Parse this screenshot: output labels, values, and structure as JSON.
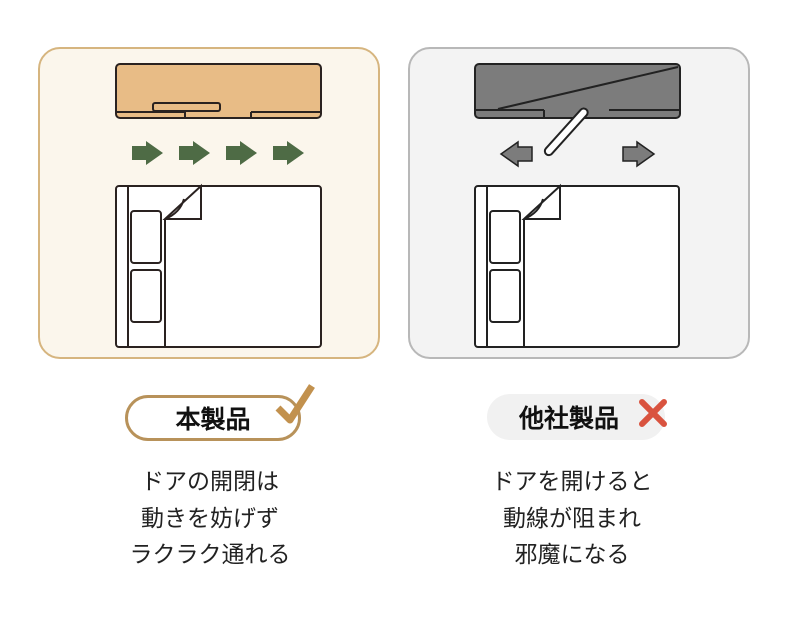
{
  "left": {
    "badge": "本製品",
    "lines": [
      "ドアの開閉は",
      "動きを妨げず",
      "ラクラク通れる"
    ],
    "accent": "#e8bc86",
    "arrow_color": "#4e6b45"
  },
  "right": {
    "badge": "他社製品",
    "lines": [
      "ドアを開けると",
      "動線が阻まれ",
      "邪魔になる"
    ],
    "accent": "#7c7c7c",
    "cross_color": "#d9533f"
  }
}
